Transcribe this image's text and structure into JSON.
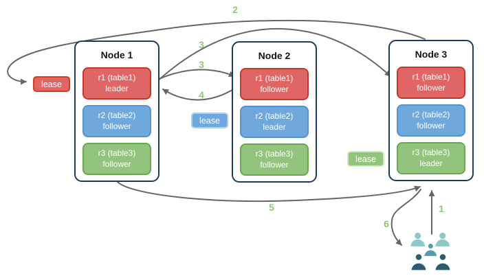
{
  "diagram": {
    "nodes": [
      {
        "title": "Node 1",
        "replicas": [
          {
            "name": "r1 (table1)",
            "role": "leader",
            "color": "red"
          },
          {
            "name": "r2 (table2)",
            "role": "follower",
            "color": "blue"
          },
          {
            "name": "r3 (table3)",
            "role": "follower",
            "color": "green"
          }
        ]
      },
      {
        "title": "Node 2",
        "replicas": [
          {
            "name": "r1 (table1)",
            "role": "follower",
            "color": "red"
          },
          {
            "name": "r2 (table2)",
            "role": "leader",
            "color": "blue"
          },
          {
            "name": "r3 (table3)",
            "role": "follower",
            "color": "green"
          }
        ]
      },
      {
        "title": "Node 3",
        "replicas": [
          {
            "name": "r1 (table1)",
            "role": "follower",
            "color": "red"
          },
          {
            "name": "r2 (table2)",
            "role": "follower",
            "color": "blue"
          },
          {
            "name": "r3 (table3)",
            "role": "leader",
            "color": "green"
          }
        ]
      }
    ],
    "lease_labels": [
      {
        "label": "lease",
        "color": "red"
      },
      {
        "label": "lease",
        "color": "blue"
      },
      {
        "label": "lease",
        "color": "green"
      }
    ],
    "arrow_labels": {
      "step1": "1",
      "step2": "2",
      "step3_to_node3": "3",
      "step3_to_node2": "3",
      "step4": "4",
      "step5": "5",
      "step6": "6"
    },
    "icons": {
      "users_group": "users-group-icon"
    },
    "colors": {
      "replica_red": "#E06666",
      "replica_red_border": "#C0392B",
      "replica_blue": "#6FA8DC",
      "replica_blue_border": "#5A91C8",
      "replica_green": "#93C47D",
      "replica_green_border": "#6AA84F",
      "node_border": "#1E3A5F",
      "arrow": "#666666",
      "step_number": "#93C47D",
      "users_light": "#8FC8C8",
      "users_medium": "#579CA6",
      "users_dark": "#2D5C6E"
    }
  }
}
